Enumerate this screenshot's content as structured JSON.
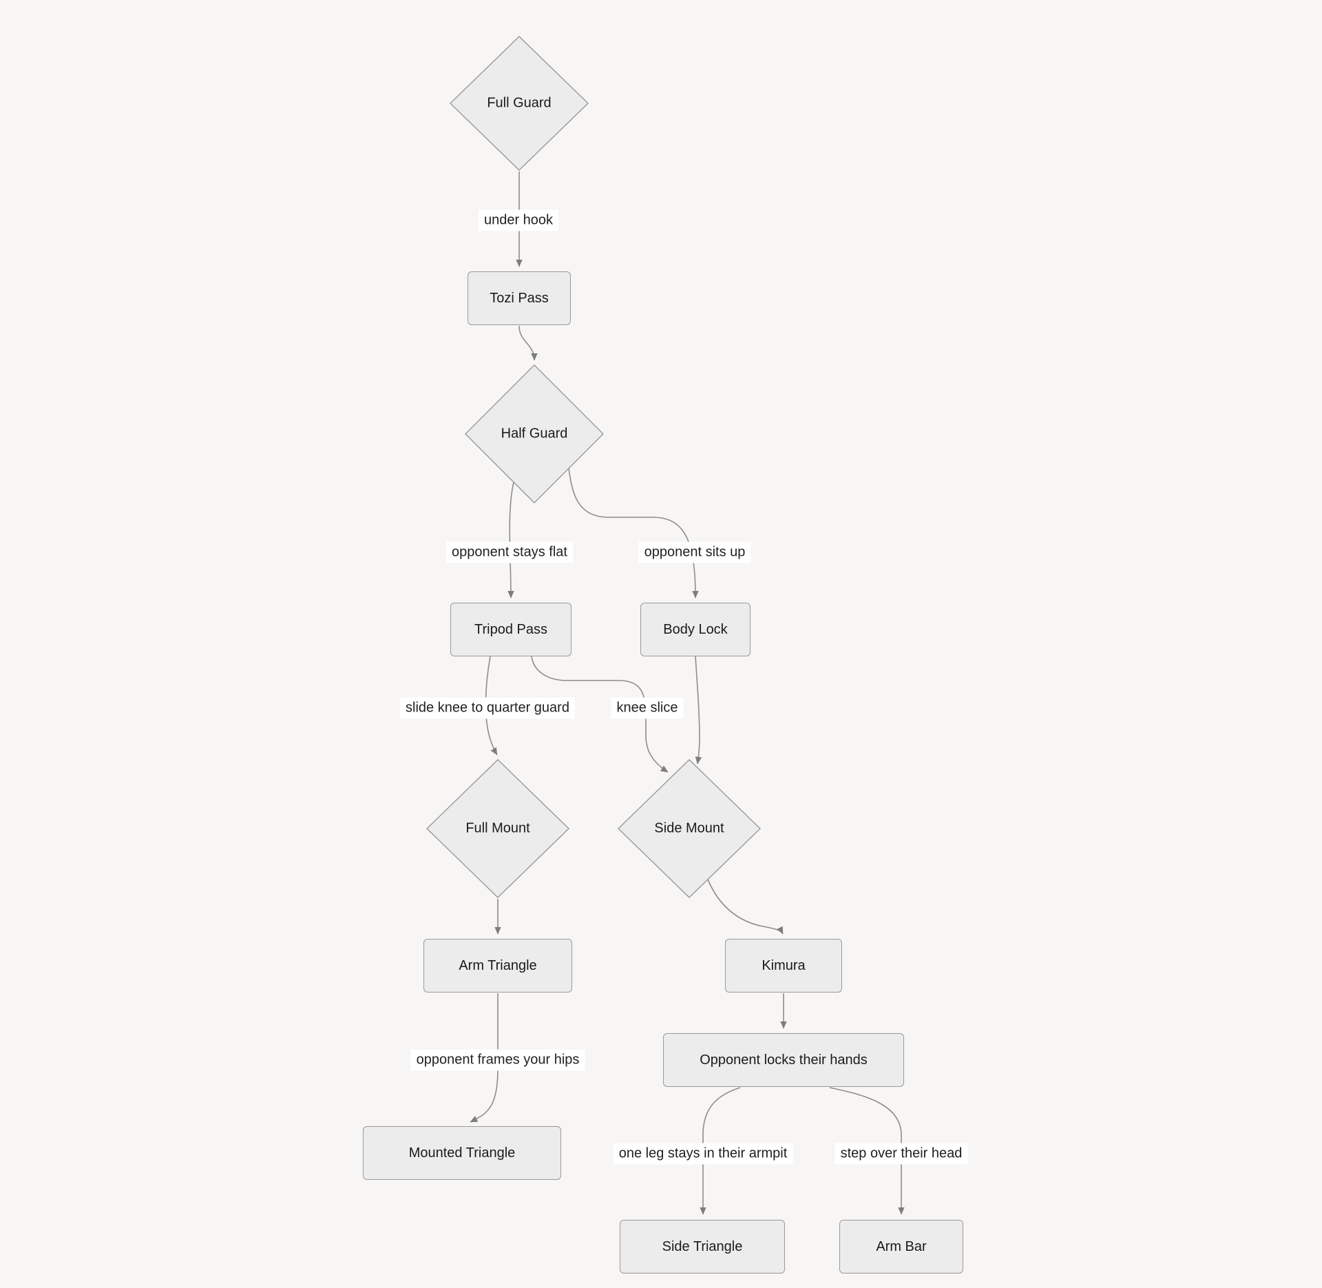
{
  "diagram": {
    "type": "flowchart",
    "direction": "top-down",
    "nodes": {
      "full_guard": {
        "label": "Full Guard",
        "shape": "diamond"
      },
      "tozi_pass": {
        "label": "Tozi Pass",
        "shape": "rect"
      },
      "half_guard": {
        "label": "Half Guard",
        "shape": "diamond"
      },
      "tripod_pass": {
        "label": "Tripod Pass",
        "shape": "rect"
      },
      "body_lock": {
        "label": "Body Lock",
        "shape": "rect"
      },
      "full_mount": {
        "label": "Full Mount",
        "shape": "diamond"
      },
      "side_mount": {
        "label": "Side Mount",
        "shape": "diamond"
      },
      "arm_triangle": {
        "label": "Arm Triangle",
        "shape": "rect"
      },
      "kimura": {
        "label": "Kimura",
        "shape": "rect"
      },
      "opponent_locks_hands": {
        "label": "Opponent locks their hands",
        "shape": "rect"
      },
      "mounted_triangle": {
        "label": "Mounted Triangle",
        "shape": "rect"
      },
      "side_triangle": {
        "label": "Side Triangle",
        "shape": "rect"
      },
      "arm_bar": {
        "label": "Arm Bar",
        "shape": "rect"
      }
    },
    "edges": [
      {
        "from": "Full Guard",
        "to": "Tozi Pass",
        "label": "under hook"
      },
      {
        "from": "Tozi Pass",
        "to": "Half Guard",
        "label": ""
      },
      {
        "from": "Half Guard",
        "to": "Tripod Pass",
        "label": "opponent stays flat"
      },
      {
        "from": "Half Guard",
        "to": "Body Lock",
        "label": "opponent sits up"
      },
      {
        "from": "Tripod Pass",
        "to": "Full Mount",
        "label": "slide knee to quarter guard"
      },
      {
        "from": "Tripod Pass",
        "to": "Side Mount",
        "label": "knee slice"
      },
      {
        "from": "Body Lock",
        "to": "Side Mount",
        "label": ""
      },
      {
        "from": "Full Mount",
        "to": "Arm Triangle",
        "label": ""
      },
      {
        "from": "Side Mount",
        "to": "Kimura",
        "label": ""
      },
      {
        "from": "Arm Triangle",
        "to": "Mounted Triangle",
        "label": "opponent frames your hips"
      },
      {
        "from": "Kimura",
        "to": "Opponent locks their hands",
        "label": ""
      },
      {
        "from": "Opponent locks their hands",
        "to": "Side Triangle",
        "label": "one leg stays in their armpit"
      },
      {
        "from": "Opponent locks their hands",
        "to": "Arm Bar",
        "label": "step over their head"
      }
    ],
    "colors": {
      "background": "#f7f6f4",
      "node_fill": "#ececec",
      "node_border": "#999999",
      "edge_line": "#8c8c8c",
      "arrowhead": "#7d7d7d",
      "edge_label_bg": "#ffffff",
      "text": "#1a1a1a"
    }
  }
}
